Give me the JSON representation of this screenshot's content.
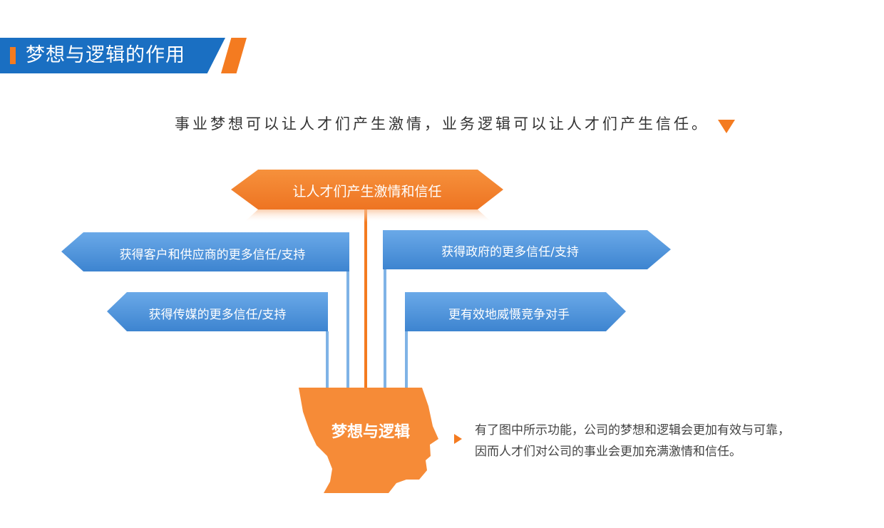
{
  "header": {
    "title": "梦想与逻辑的作用"
  },
  "subtitle": "事业梦想可以让人才们产生激情，业务逻辑可以让人才们产生信任。",
  "diagram": {
    "center": "让人才们产生激情和信任",
    "branches": [
      "获得客户和供应商的更多信任/支持",
      "获得政府的更多信任/支持",
      "获得传媒的更多信任/支持",
      "更有效地威慑竞争对手"
    ],
    "head_label": "梦想与逻辑"
  },
  "description": {
    "line1": "有了图中所示功能，公司的梦想和逻辑会更加有效与可靠，",
    "line2": "因而人才们对公司的事业会更加充满激情和信任。"
  },
  "colors": {
    "primary_blue": "#1a6fc2",
    "branch_blue": "#4a90d9",
    "accent_orange": "#f47b20"
  }
}
